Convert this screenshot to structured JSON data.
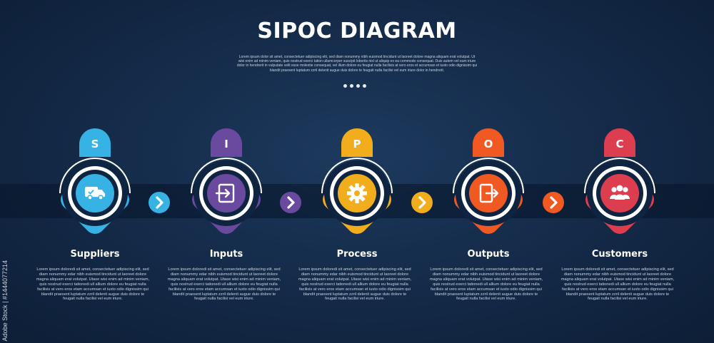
{
  "title": "SIPOC DIAGRAM",
  "subtitle": "Lorem ipsum dolor sit amet, consectetuer adipiscing elit, sed diam nonummy nibh euismod tincidunt ut laoreet dolore magna aliquam erat volutpat. Ut wisi enim ad minim veniam, quis nostrud exerci tation ullamcorper suscipit lobortis nisl ut aliquip ex ea commodo consequat. Duis autem vel eum iriure dolor in hendrerit in vulputate velit esse molestie consequat, vel illum dolore eu feugiat nulla facilisis at vero eros et accumsan et iusto odio dignissim qui blandit praesent luptatum zzril delenit augue duis dolore te feugait nulla facilisi vel eum iriure dolor in hendrerit.",
  "watermark": "Adobe Stock | #1444077214",
  "description_text": "Lorem ipsum doloredi sit amet, consectetuer adipiscing elit, sed diam nonummy edar nibh euismod tincidunt ut laoreet dolore magna aliquam erat volutpat. Utase wisi enim ad minim veniam, quis nostrud exerci tationedi ull allium dolore eu feugiat nulla facilisis at vero eros etam accumsan et iusto odio dignissim qui blandit praesent luptatum zzril delenit augue duis dolore te feugait nulla facilisi vel eum iriure.",
  "stages": [
    {
      "letter": "S",
      "label": "Suppliers",
      "color": "#36b3e4",
      "icon": "delivery-truck-icon"
    },
    {
      "letter": "I",
      "label": "Inputs",
      "color": "#6a4a9e",
      "icon": "login-enter-icon"
    },
    {
      "letter": "P",
      "label": "Process",
      "color": "#f2ad1c",
      "icon": "gear-icon"
    },
    {
      "letter": "O",
      "label": "Outputs",
      "color": "#f05a22",
      "icon": "logout-exit-icon"
    },
    {
      "letter": "C",
      "label": "Customers",
      "color": "#dd3e4f",
      "icon": "people-group-icon"
    }
  ],
  "arrows": [
    {
      "color": "#36b3e4",
      "icon": "chevron-right-icon"
    },
    {
      "color": "#6a4a9e",
      "icon": "chevron-right-icon"
    },
    {
      "color": "#f2ad1c",
      "icon": "chevron-right-icon"
    },
    {
      "color": "#f05a22",
      "icon": "chevron-right-icon"
    }
  ]
}
